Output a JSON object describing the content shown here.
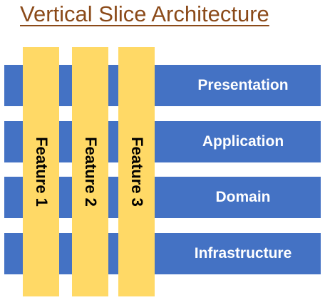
{
  "title": "Vertical Slice Architecture",
  "layers": [
    {
      "label": "Presentation"
    },
    {
      "label": "Application"
    },
    {
      "label": "Domain"
    },
    {
      "label": "Infrastructure"
    }
  ],
  "features": [
    {
      "label": "Feature 1"
    },
    {
      "label": "Feature 2"
    },
    {
      "label": "Feature 3"
    }
  ],
  "colors": {
    "title": "#8B4A19",
    "layer_fill": "#4472C4",
    "feature_fill": "#FFD966",
    "layer_text": "#FFFFFF",
    "feature_text": "#000000"
  }
}
